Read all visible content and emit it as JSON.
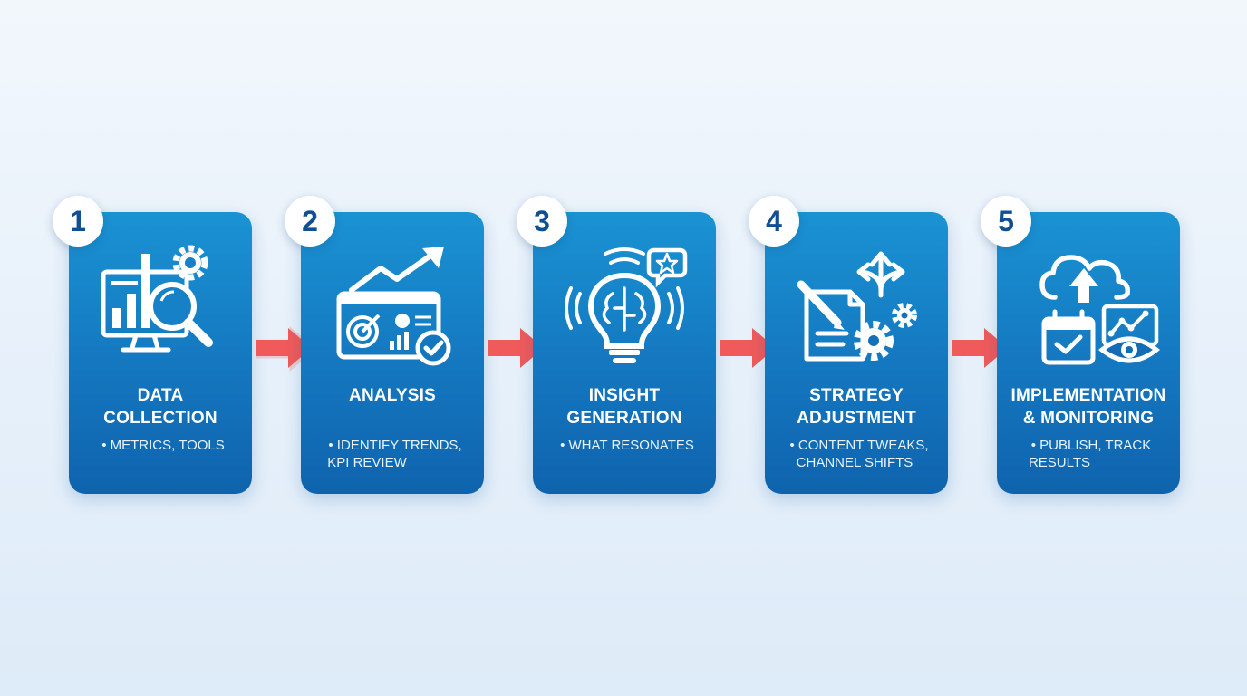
{
  "colors": {
    "card_top": "#1a93d3",
    "card_bottom": "#0f63ad",
    "badge_text": "#114f93",
    "arrow": "#f05a5a",
    "background": "#eaf2fb"
  },
  "steps": [
    {
      "number": "1",
      "title_lines": [
        "DATA",
        "COLLECTION"
      ],
      "bullet_lines": [
        "• METRICS, TOOLS"
      ],
      "icon": "monitor-chart-magnifier-gear-icon"
    },
    {
      "number": "2",
      "title_lines": [
        "ANALYSIS"
      ],
      "bullet_lines": [
        "• IDENTIFY TRENDS,",
        "KPI REVIEW"
      ],
      "icon": "trend-dashboard-target-check-icon"
    },
    {
      "number": "3",
      "title_lines": [
        "INSIGHT",
        "GENERATION"
      ],
      "bullet_lines": [
        "• WHAT RESONATES"
      ],
      "icon": "lightbulb-brain-star-bubble-icon"
    },
    {
      "number": "4",
      "title_lines": [
        "STRATEGY",
        "ADJUSTMENT"
      ],
      "bullet_lines": [
        "• CONTENT TWEAKS,",
        "CHANNEL SHIFTS"
      ],
      "icon": "document-pencil-gears-arrows-icon"
    },
    {
      "number": "5",
      "title_lines": [
        "IMPLEMENTATION",
        "& MONITORING"
      ],
      "bullet_lines": [
        "• PUBLISH, TRACK",
        "RESULTS"
      ],
      "icon": "cloud-upload-calendar-chart-eye-icon"
    }
  ]
}
